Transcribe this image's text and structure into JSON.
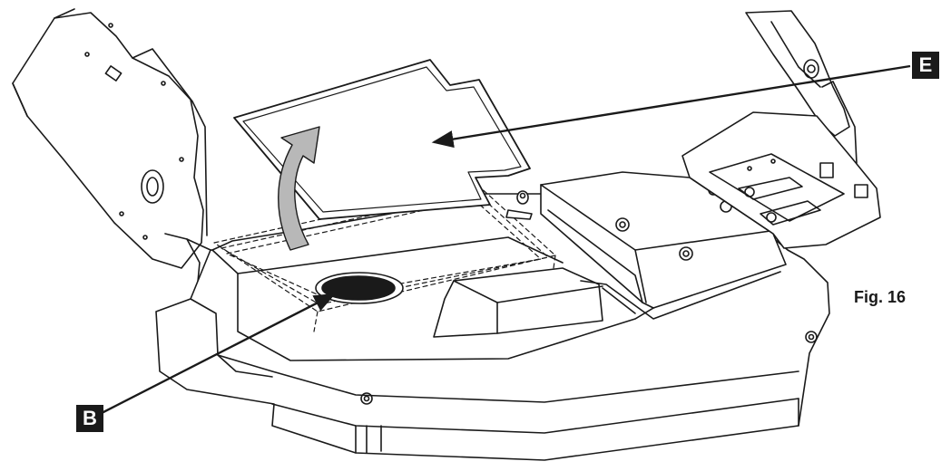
{
  "callouts": {
    "e": "E",
    "b": "B"
  },
  "caption": "Fig. 16",
  "colors": {
    "ink": "#1a1a1a",
    "arrow_fill": "#b8b8b8",
    "paper": "#ffffff"
  }
}
